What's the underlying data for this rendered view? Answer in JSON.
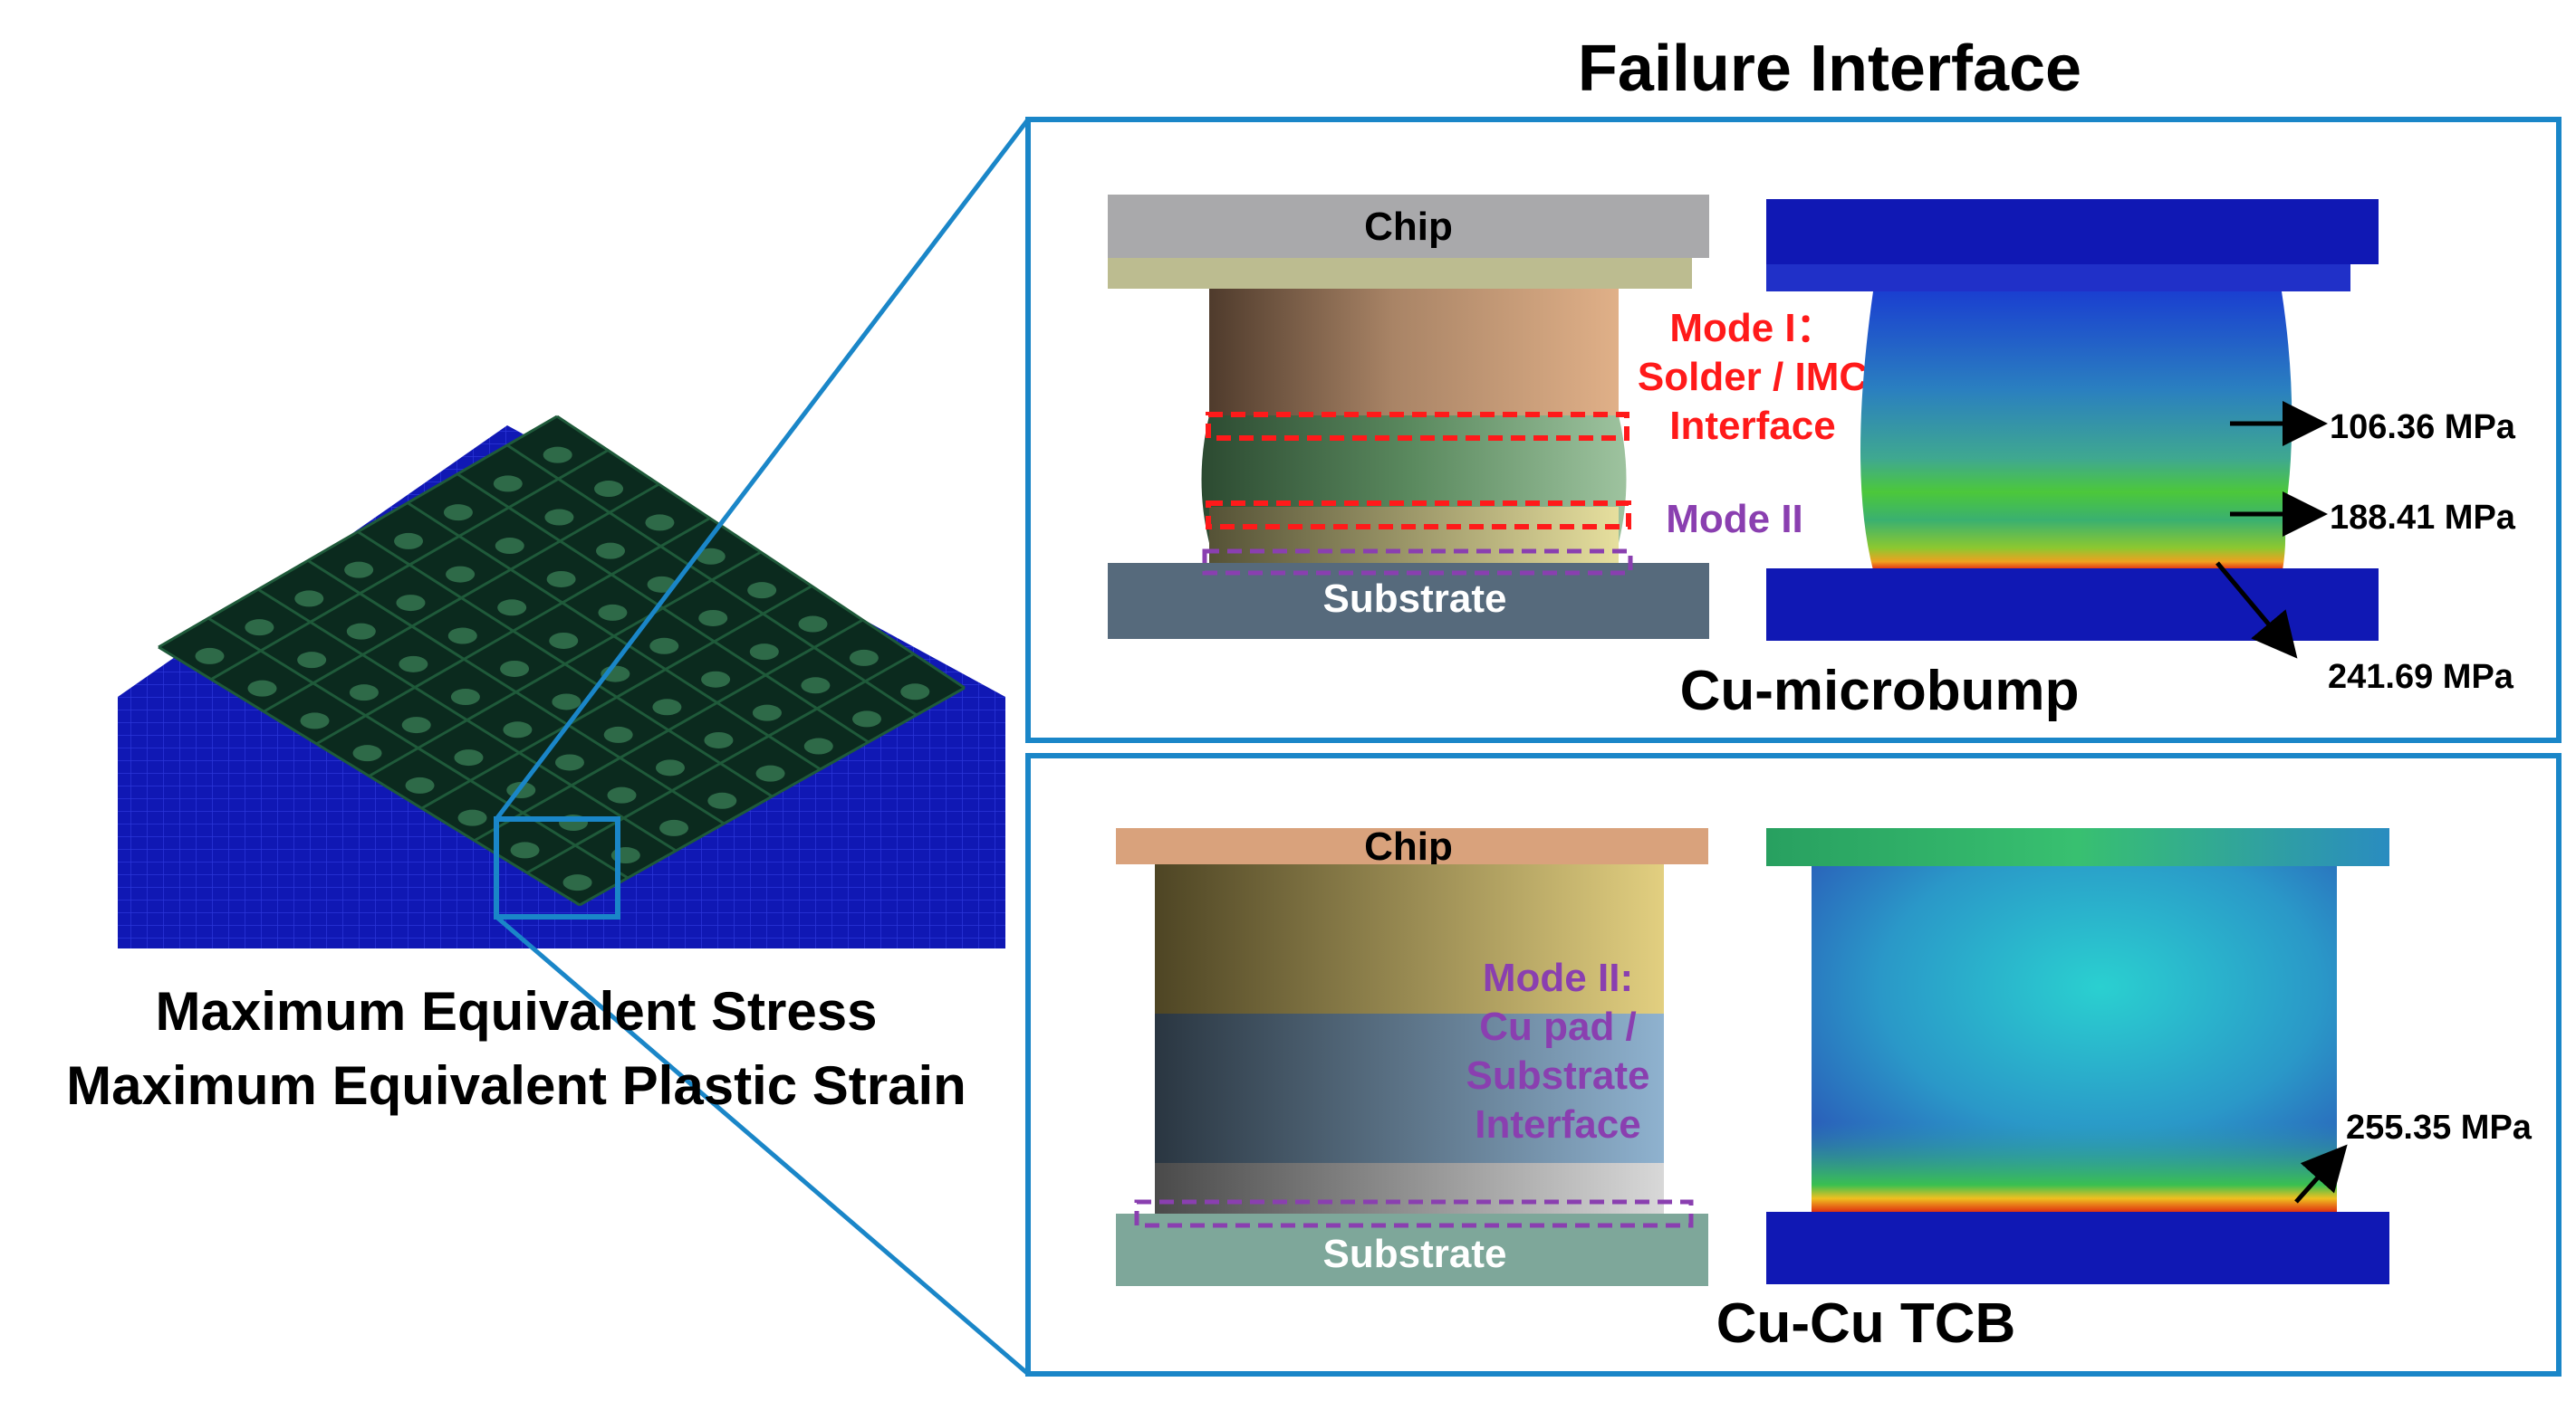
{
  "title": "Failure Interface",
  "left_caption": {
    "line1": "Maximum Equivalent Stress",
    "line2": "Maximum Equivalent Plastic Strain"
  },
  "top_panel": {
    "label": "Cu-microbump",
    "chip_label": "Chip",
    "substrate_label": "Substrate",
    "mode1": [
      "Mode I：",
      "Solder / IMC",
      "Interface"
    ],
    "mode2": "Mode II",
    "stress_values": [
      "106.36 MPa",
      "188.41 MPa",
      "241.69 MPa"
    ]
  },
  "bottom_panel": {
    "label": "Cu-Cu TCB",
    "chip_label": "Chip",
    "substrate_label": "Substrate",
    "mode2": [
      "Mode II:",
      "Cu pad /",
      "Substrate",
      "Interface"
    ],
    "stress_values": [
      "255.35 MPa"
    ]
  },
  "colors": {
    "frame": "#1a86c8",
    "mode1": "#ff1a1a",
    "mode2": "#8a3fb0",
    "fea_blue": "#1018b4"
  }
}
